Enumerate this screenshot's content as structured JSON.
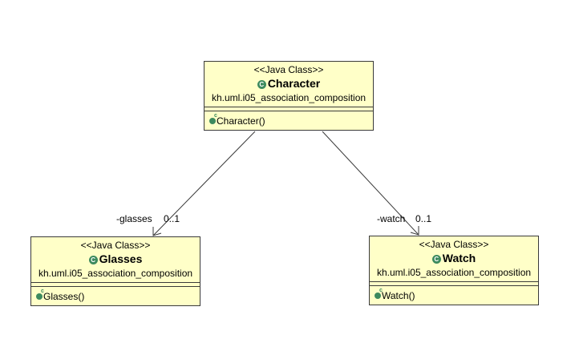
{
  "diagram": {
    "classes": [
      {
        "id": "character",
        "stereotype": "<<Java Class>>",
        "name": "Character",
        "package": "kh.uml.i05_association_composition",
        "operations": [
          "Character()"
        ]
      },
      {
        "id": "glasses",
        "stereotype": "<<Java Class>>",
        "name": "Glasses",
        "package": "kh.uml.i05_association_composition",
        "operations": [
          "Glasses()"
        ]
      },
      {
        "id": "watch",
        "stereotype": "<<Java Class>>",
        "name": "Watch",
        "package": "kh.uml.i05_association_composition",
        "operations": [
          "Watch()"
        ]
      }
    ],
    "associations": [
      {
        "from": "Character",
        "to": "Glasses",
        "role": "-glasses",
        "multiplicity": "0..1"
      },
      {
        "from": "Character",
        "to": "Watch",
        "role": "-watch",
        "multiplicity": "0..1"
      }
    ],
    "icons": {
      "class_icon": "class-icon",
      "constructor_icon": "constructor-icon"
    },
    "colors": {
      "class_fill": "#ffffc8",
      "class_border": "#3a3a3a",
      "icon_green": "#3d8a5e",
      "connector": "#3a3a3a"
    }
  }
}
